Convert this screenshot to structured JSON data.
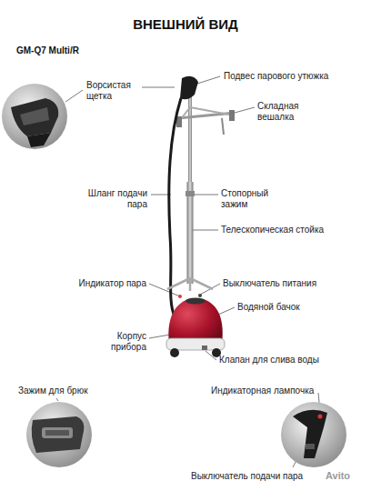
{
  "diagram": {
    "title": "ВНЕШНИЙ ВИД",
    "labels": [
      "GM-Q7 Multi/R",
      "Ворсистая щетка",
      "Подвес парового утюжка",
      "Складная вешалка",
      "Шланг подачи пара",
      "Стопорный зажим",
      "Телескопическая стойка",
      "Индикатор пара",
      "Выключатель питания",
      "Водяной бачок",
      "Корпус прибора",
      "Клапан для слива воды",
      "Зажим для брюк",
      "Индикаторная лампочка",
      "Выключатель подачи пара",
      "Avito"
    ]
  }
}
